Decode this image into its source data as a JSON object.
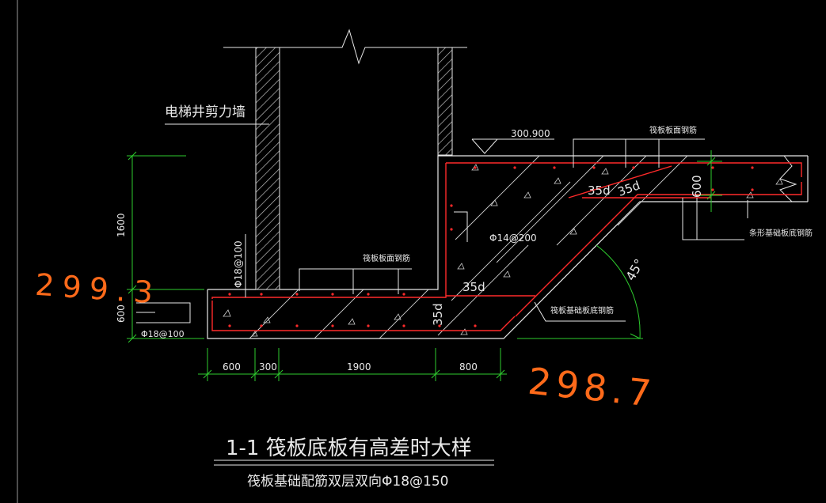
{
  "labels": {
    "wall_name": "电梯井剪力墙",
    "elevation": "300.900",
    "top_rebar_upper": "筏板板面钢筋",
    "top_rebar_lower": "筏板板面钢筋",
    "strip_bottom_rebar": "条形基础板底钢筋",
    "raft_bottom_rebar": "筏板基础板底钢筋",
    "anchor_35d_1": "35d",
    "anchor_35d_2": "35d",
    "anchor_35d_3": "35d",
    "anchor_35d_4": "35d",
    "thickness_600": "600",
    "bar_phi14": "Φ14@200",
    "bar_phi18_vertical": "Φ18@100",
    "bar_phi18_left": "Φ18@100",
    "angle": "45°"
  },
  "dimensions": {
    "height_1600": "1600",
    "height_600": "600",
    "seg1": "600",
    "seg2": "300",
    "seg3": "1900",
    "seg4": "800"
  },
  "title": {
    "main": "1-1  筏板底板有高差时大样",
    "sub": "筏板基础配筋双层双向Φ18@150"
  },
  "annotations": {
    "left": "299.3",
    "right": "298.7"
  },
  "colors": {
    "background": "#000000",
    "line_white": "#e8e8e8",
    "rebar_red": "#ff2a2a",
    "dimension_green": "#2ecc2e",
    "hatch_gray": "#cfcfcf",
    "annotation_orange": "#ff6a1a"
  }
}
